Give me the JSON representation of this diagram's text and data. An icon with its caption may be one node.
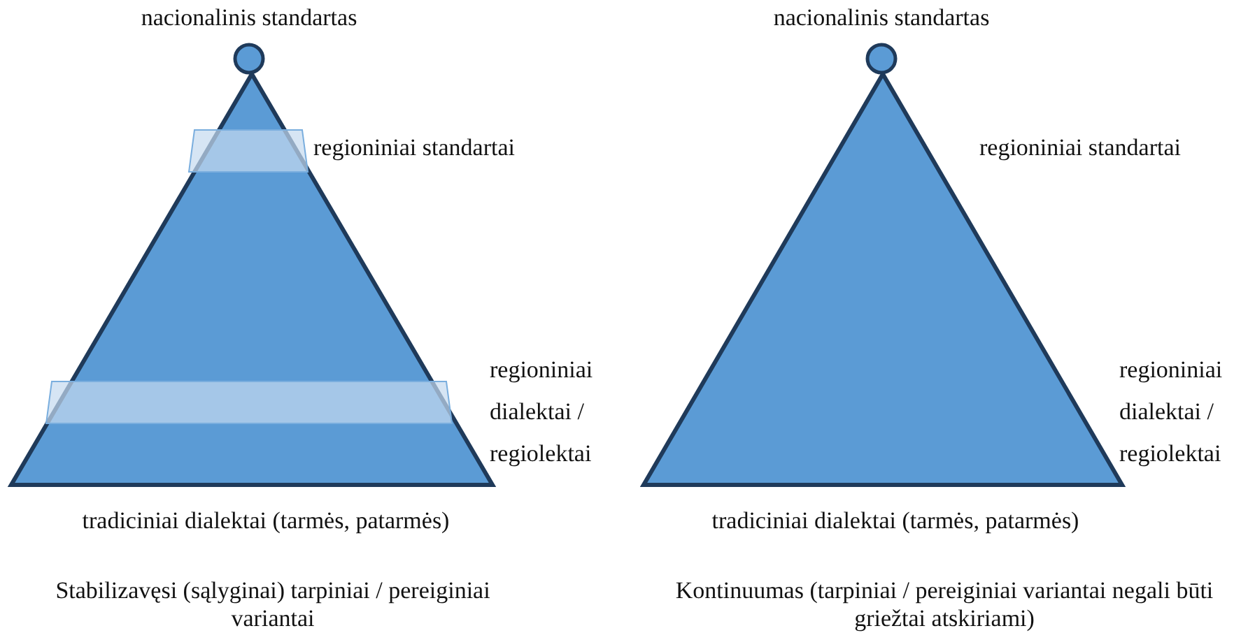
{
  "diagram": {
    "nodes": [
      {
        "text": [],
        "shape": "circle"
      },
      {
        "text": [],
        "shape": "triangle"
      },
      {
        "text": [],
        "shape": "bar",
        "in": 1
      },
      {
        "text": [],
        "shape": "bar",
        "in": 1
      },
      {
        "text": [],
        "shape": "circle"
      },
      {
        "text": [],
        "shape": "triangle"
      }
    ],
    "labels": [
      "nacionalinis standartas",
      "nacionalinis standartas",
      "regioniniai standartai",
      "regioniniai standartai",
      "regioniniai dialektai / regiolektai",
      "regioniniai dialektai / regiolektai",
      "tradiciniai dialektai (tarmės, patarmės)",
      "tradiciniai dialektai (tarmės, patarmės)",
      "Stabilizavęsi (sąlyginai) tarpiniai / pereiginiai variantai",
      "Kontinuumas (tarpiniai / pereiginiai variantai negali būti griežtai atskiriami)"
    ]
  }
}
